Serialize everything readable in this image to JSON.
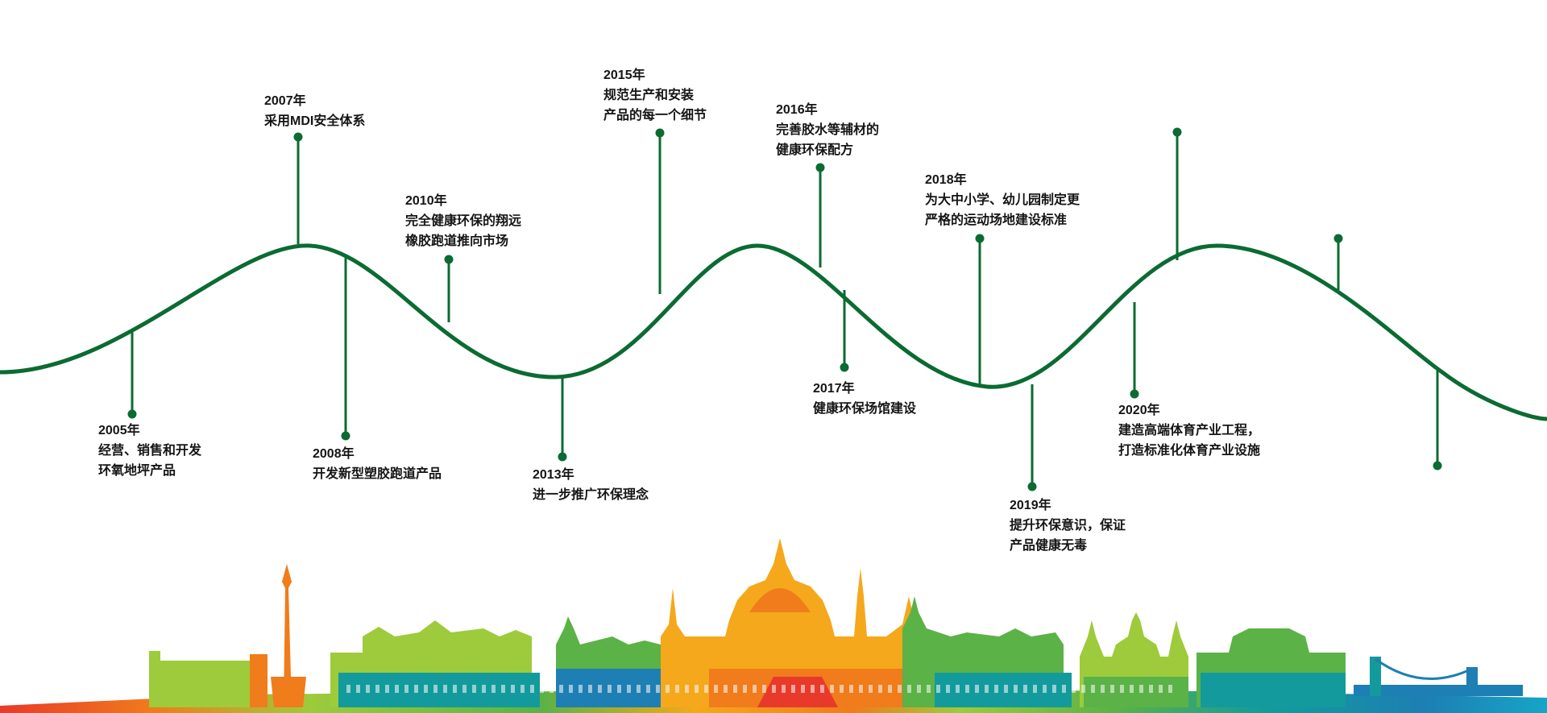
{
  "colors": {
    "curve": "#0b6b32",
    "text": "#151515",
    "skyline": [
      "#e83a2a",
      "#f07c1c",
      "#f5a81c",
      "#9dcb3b",
      "#5bb247",
      "#139a9c",
      "#1d7fb3",
      "#17a4c7"
    ]
  },
  "milestones": [
    {
      "year": "2005年",
      "lines": [
        "经营、销售和开发",
        "环氧地坪产品"
      ]
    },
    {
      "year": "2007年",
      "lines": [
        "采用MDI安全体系"
      ]
    },
    {
      "year": "2008年",
      "lines": [
        "开发新型塑胶跑道产品"
      ]
    },
    {
      "year": "2010年",
      "lines": [
        "完全健康环保的翔远",
        "橡胶跑道推向市场"
      ]
    },
    {
      "year": "2013年",
      "lines": [
        "进一步推广环保理念"
      ]
    },
    {
      "year": "2015年",
      "lines": [
        "规范生产和安装",
        "产品的每一个细节"
      ]
    },
    {
      "year": "2016年",
      "lines": [
        "完善胶水等辅材的",
        "健康环保配方"
      ]
    },
    {
      "year": "2017年",
      "lines": [
        "健康环保场馆建设"
      ]
    },
    {
      "year": "2018年",
      "lines": [
        "为大中小学、幼儿园制定更",
        "严格的运动场地建设标准"
      ]
    },
    {
      "year": "2019年",
      "lines": [
        "提升环保意识，保证",
        "产品健康无毒"
      ]
    },
    {
      "year": "2020年",
      "lines": [
        "建造高端体育产业工程，",
        "打造标准化体育产业设施"
      ]
    }
  ]
}
